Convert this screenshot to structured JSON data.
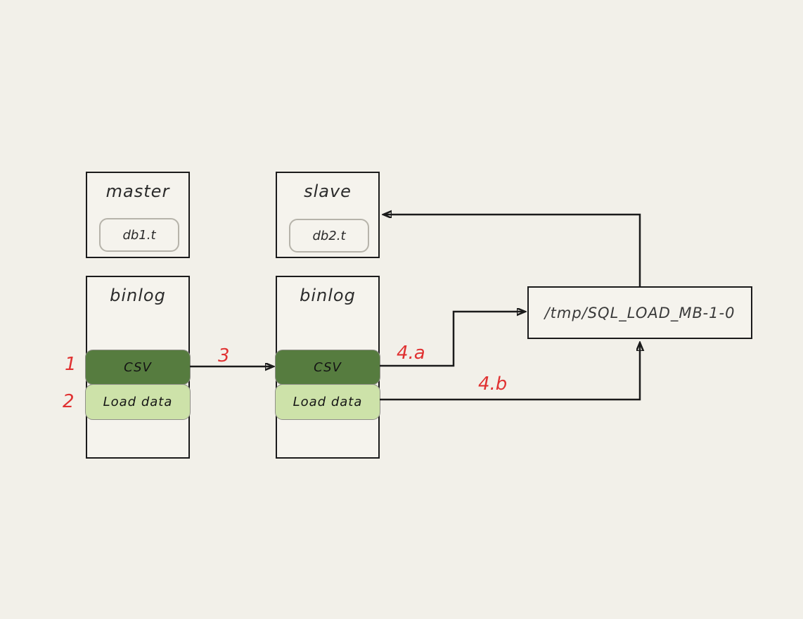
{
  "diagram": {
    "background_color": "#f2f0e9",
    "node_stroke_color": "#1b1b1b",
    "annotation_color": "#e03131",
    "csv_fill_color": "#567c3f",
    "load_data_fill_color": "#cde2a9"
  },
  "nodes": {
    "master": {
      "title": "master",
      "table": "db1.t"
    },
    "slave": {
      "title": "slave",
      "table": "db2.t"
    },
    "master_binlog": {
      "title": "binlog",
      "csv": "CSV",
      "load_data": "Load data"
    },
    "slave_binlog": {
      "title": "binlog",
      "csv": "CSV",
      "load_data": "Load data"
    },
    "tmp_file": {
      "label": "/tmp/SQL_LOAD_MB-1-0"
    }
  },
  "steps": {
    "s1": "1",
    "s2": "2",
    "s3": "3",
    "s4a": "4.a",
    "s4b": "4.b"
  }
}
